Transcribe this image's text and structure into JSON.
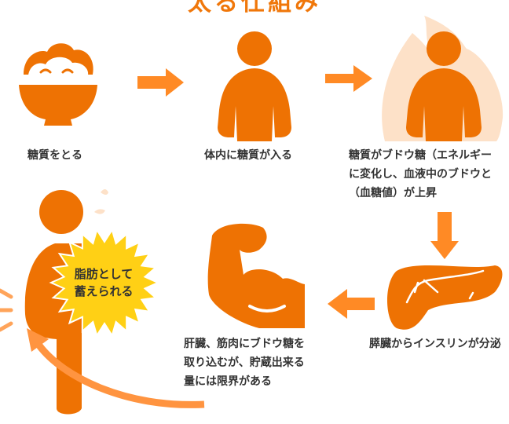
{
  "title": "太る仕組み",
  "steps": [
    {
      "label": "糖質をとる",
      "icon": "rice-bowl-icon"
    },
    {
      "label": "体内に糖質が入る",
      "icon": "person-icon"
    },
    {
      "lines": [
        "糖質がブドウ糖（エネルギー",
        "に変化し、血液中のブドウと",
        "（血糖値）が上昇"
      ],
      "icon": "burning-person-icon"
    },
    {
      "label": "膵臓からインスリンが分泌",
      "icon": "pancreas-icon"
    },
    {
      "lines": [
        "肝臓、筋肉にブドウ糖を",
        "取り込むが、貯蔵出来る",
        "量には限界がある"
      ],
      "icon": "muscle-arm-icon"
    },
    {
      "lines": [
        "脂肪として",
        "蓄えられる"
      ],
      "icon": "fat-person-icon"
    }
  ],
  "colors": {
    "orange": "#EE7203",
    "arrow": "#FF8A25",
    "flame": "#FDE1C8",
    "burst": "#FFD015"
  }
}
